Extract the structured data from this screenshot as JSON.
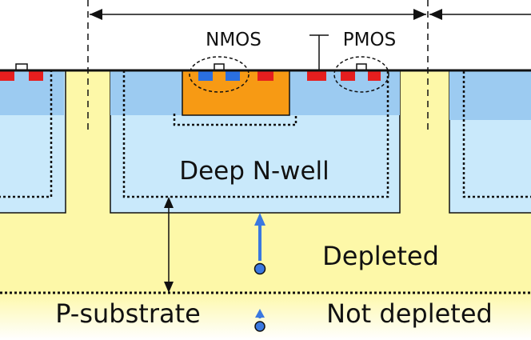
{
  "labels": {
    "nmos": "NMOS",
    "pmos": "PMOS",
    "deep_nwell": "Deep N-well",
    "depleted": "Depleted",
    "not_depleted": "Not depleted",
    "p_substrate": "P-substrate"
  },
  "colors": {
    "substrate": "#fdf8a8",
    "deep_nwell": "#c9e9fb",
    "nwell": "#9ccbf1",
    "pwell": "#f79a14",
    "n_plus": "#2a6fe0",
    "p_plus": "#e61e1e",
    "carrier": "#3a78e0",
    "outline": "#111111"
  }
}
